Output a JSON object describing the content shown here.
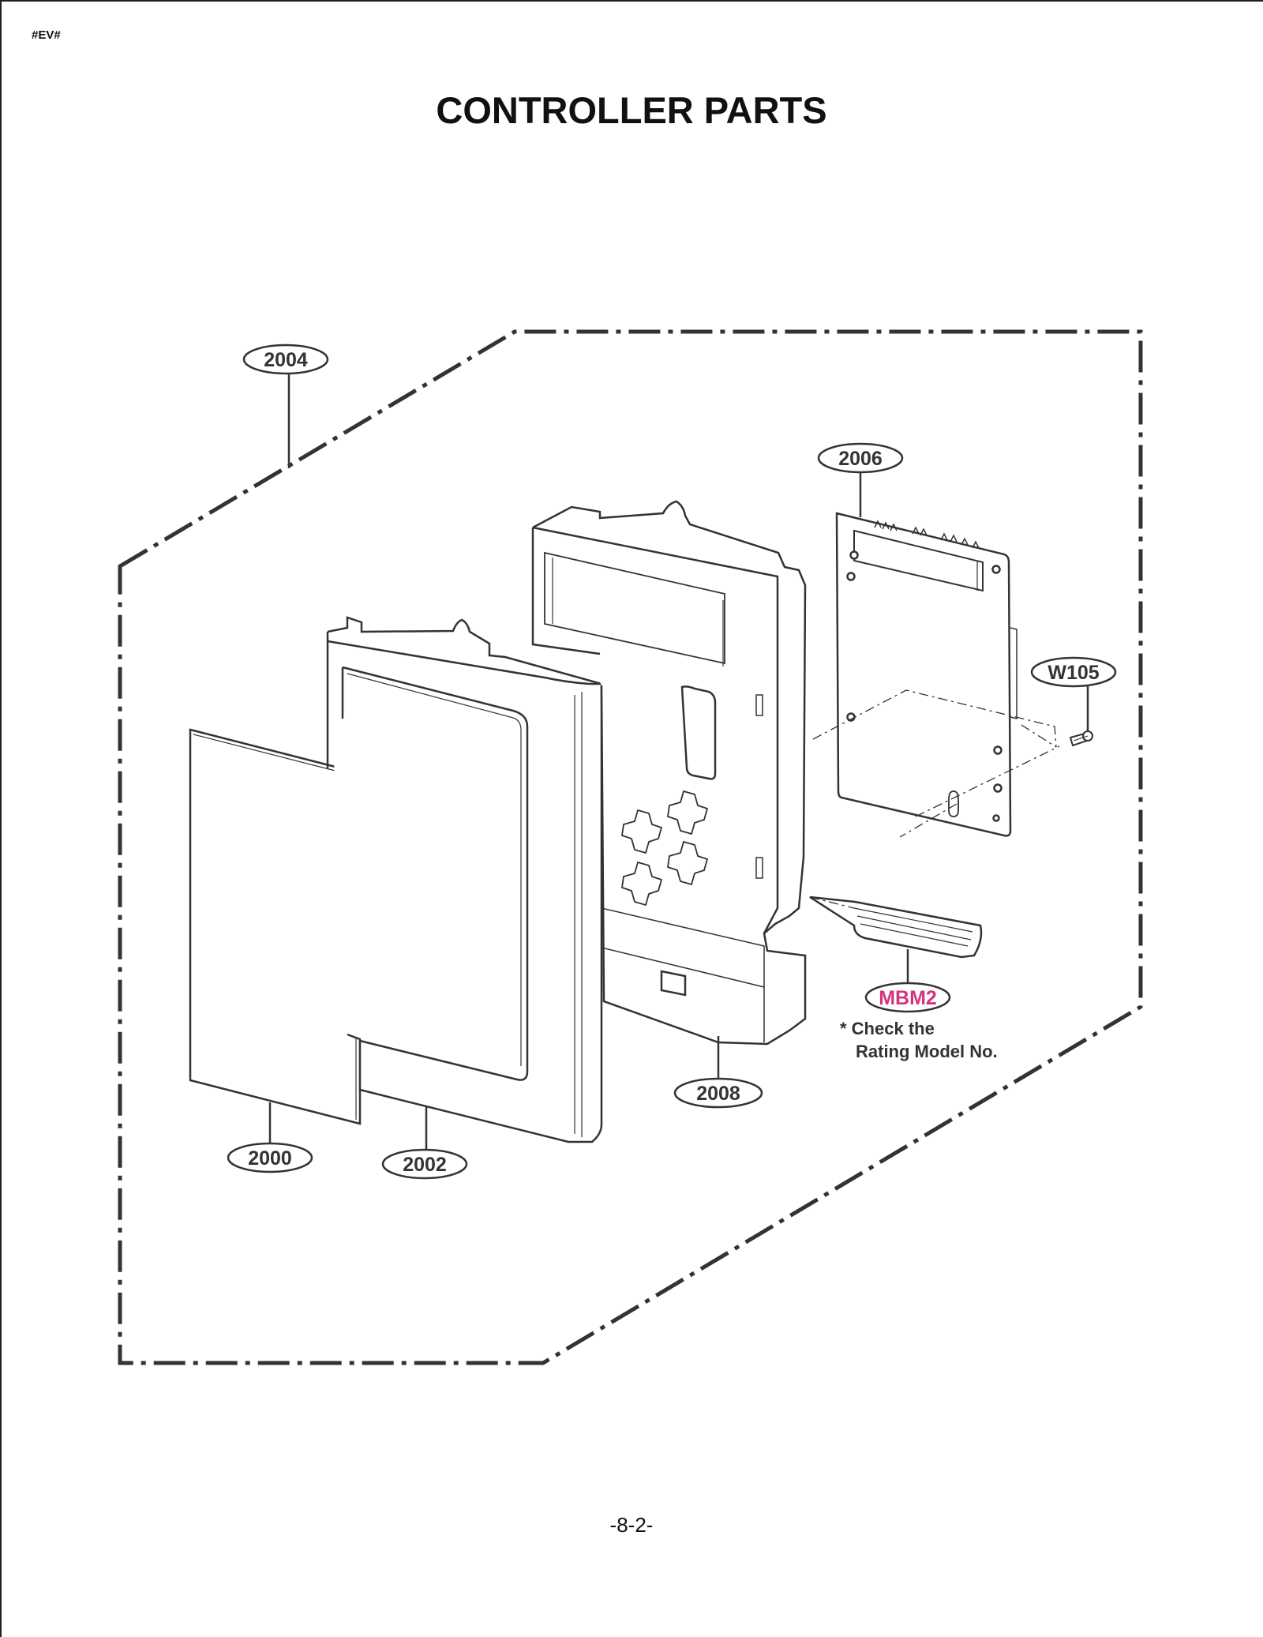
{
  "header": {
    "doc_code": "#EV#",
    "title": "CONTROLLER PARTS"
  },
  "callouts": {
    "c2004": "2004",
    "c2006": "2006",
    "cW105": "W105",
    "c2008": "2008",
    "c2000": "2000",
    "c2002": "2002",
    "cMBM2": "MBM2"
  },
  "note": {
    "line1": "* Check the",
    "line2": "Rating Model No."
  },
  "footer": {
    "page_number": "-8-2-"
  },
  "colors": {
    "line": "#333333",
    "highlight": "#d6337f"
  }
}
